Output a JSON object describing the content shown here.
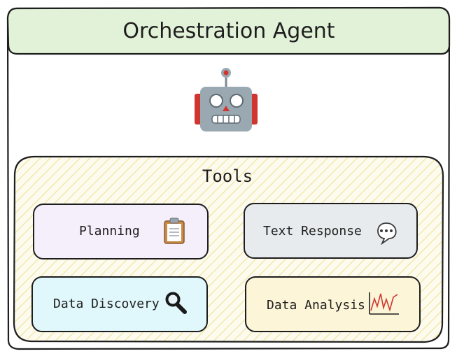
{
  "agent": {
    "title": "Orchestration Agent",
    "icon": "robot-icon",
    "colors": {
      "header_fill": "#e2f2d8",
      "robot_body": "#9aa9b1",
      "robot_ears": "#d0352f",
      "robot_antenna": "#d0352f"
    }
  },
  "tools": {
    "title": "Tools",
    "colors": {
      "panel_hatch": "#f2e6a0",
      "panel_fill": "#fdfbee"
    },
    "items": [
      {
        "label": "Planning",
        "icon": "clipboard-icon",
        "color": "#f5effc"
      },
      {
        "label": "Text Response",
        "icon": "speech-bubble-icon",
        "color": "#e8ebed"
      },
      {
        "label": "Data Discovery",
        "icon": "magnifier-icon",
        "color": "#e0f7fb"
      },
      {
        "label": "Data Analysis",
        "icon": "chart-icon",
        "color": "#fcf5d8"
      }
    ]
  }
}
